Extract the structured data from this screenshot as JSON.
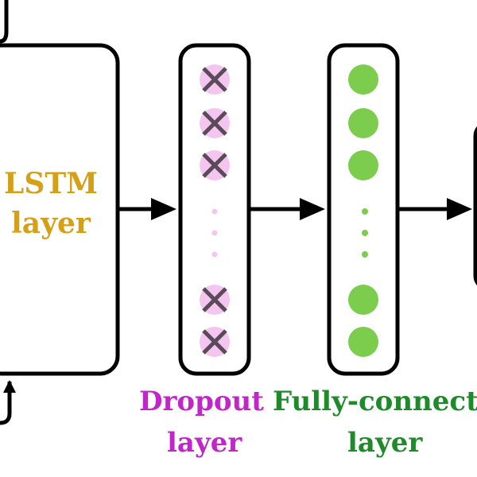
{
  "diagram": {
    "lstm": {
      "label_line1": "LSTM",
      "label_line2": "layer",
      "color": "#d4a017"
    },
    "dropout": {
      "label_line1": "Dropout",
      "label_line2": "layer",
      "color": "#c026c8",
      "node_color": "#f4c6ef",
      "cross_color": "#5a4a5a",
      "top_nodes": 3,
      "bottom_nodes": 2
    },
    "fully_connected": {
      "label_line1": "Fully-connecte",
      "label_line2": "layer",
      "color": "#1f8a2a",
      "node_color": "#7ccd4d",
      "top_nodes": 3,
      "bottom_nodes": 2
    },
    "arrow_color": "#000000"
  }
}
